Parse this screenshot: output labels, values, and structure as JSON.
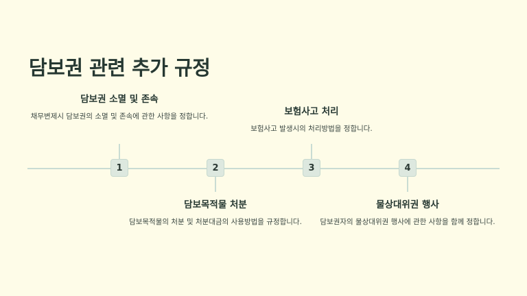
{
  "title": "담보권 관련 추가 규정",
  "steps": [
    {
      "number": "1",
      "heading": "담보권 소멸 및 존속",
      "description": "채무변제시 담보권의 소멸 및 존속에 관한 사항을 정합니다."
    },
    {
      "number": "2",
      "heading": "담보목적물 처분",
      "description": "담보목적물의 처분 및 처분대금의 사용방법을 규정합니다."
    },
    {
      "number": "3",
      "heading": "보험사고 처리",
      "description": "보험사고 발생시의 처리방법을 정합니다."
    },
    {
      "number": "4",
      "heading": "물상대위권 행사",
      "description": "담보권자의 물상대위권 행사에 관한 사항을 함께 정합니다."
    }
  ]
}
